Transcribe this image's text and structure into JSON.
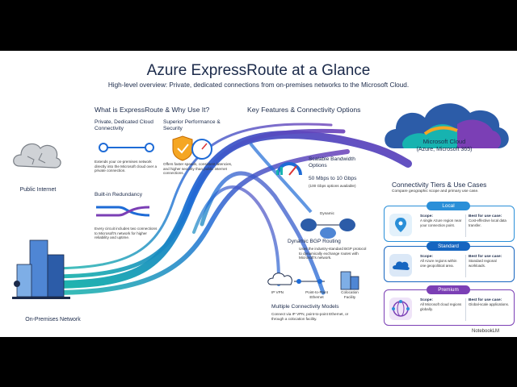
{
  "title": "Azure ExpressRoute at a Glance",
  "subtitle": "High-level overview: Private, dedicated connections from on-premises networks to the Microsoft Cloud.",
  "left": {
    "public_internet": "Public Internet",
    "on_prem": "On-Premises Network"
  },
  "what": {
    "heading": "What is ExpressRoute & Why Use It?",
    "private_title": "Private, Dedicated Cloud Connectivity",
    "private_body": "Extends your on-premises network directly into the Microsoft cloud over a private connection.",
    "perf_title": "Superior Performance & Security",
    "perf_body": "Offers faster speeds, consistent latencies, and higher security than public internet connections.",
    "redundancy_title": "Built-in Redundancy",
    "redundancy_body": "Every circuit includes two connections to Microsoft's network for higher reliability and uptime."
  },
  "features": {
    "heading": "Key Features & Connectivity Options",
    "bandwidth_title": "Scalable Bandwidth Options",
    "bandwidth_value": "50 Mbps to 10 Gbps",
    "bandwidth_note": "(100 Gbps options available)",
    "dynamic_label": "Dynamic",
    "bgp_title": "Dynamic BGP Routing",
    "bgp_body": "Uses the industry-standard BGP protocol to dynamically exchange routes with Microsoft's network.",
    "ipvpn": "IP VPN",
    "p2p": "Point-to-Point Ethernet",
    "colo": "Colocation Facility",
    "models_title": "Multiple Connectivity Models",
    "models_body": "Connect via IP VPN, point-to-point Ethernet, or through a colocation facility."
  },
  "cloud": {
    "title": "Microsoft Cloud",
    "sub": "(Azure, Microsoft 365)"
  },
  "tiers": {
    "heading": "Connectivity Tiers & Use Cases",
    "sub": "Compare geographic scope and primary use case.",
    "scope_label": "Scope:",
    "best_label": "Best for use case:",
    "items": [
      {
        "name": "Local",
        "color": "#2a8fd8",
        "scope": "A single Azure region near your connection point.",
        "best": "Cost-effective local data transfer."
      },
      {
        "name": "Standard",
        "color": "#1565c0",
        "scope": "All Azure regions within one geopolitical area.",
        "best": "Standard regional workloads."
      },
      {
        "name": "Premium",
        "color": "#7b3fb5",
        "scope": "All Microsoft cloud regions globally.",
        "best": "Global-scale applications."
      }
    ]
  },
  "watermark": "NotebookLM",
  "colors": {
    "teal": "#17b3b0",
    "blue": "#1e6bd6",
    "purple": "#7b3fb5",
    "navy": "#1b2a4a"
  }
}
